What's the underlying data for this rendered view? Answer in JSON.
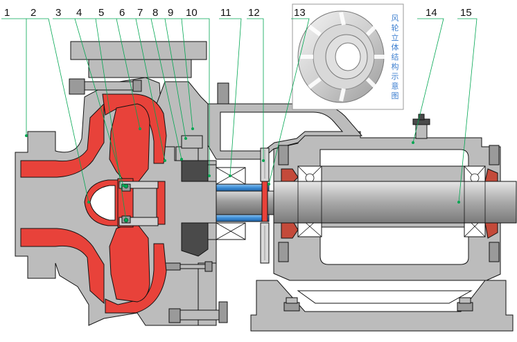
{
  "labels": [
    "1",
    "2",
    "3",
    "4",
    "5",
    "6",
    "7",
    "8",
    "9",
    "10",
    "11",
    "12",
    "13",
    "14",
    "15"
  ],
  "inset": {
    "caption": [
      "风",
      "轮",
      "立",
      "体",
      "结",
      "构",
      "示",
      "意",
      "图"
    ]
  },
  "colors": {
    "red": "#e8423a",
    "gray": "#bcbcbc",
    "dark": "#4a4a4a",
    "blue": "#3d8fd8",
    "leader": "#00a651",
    "caption": "#3d7fd0"
  }
}
